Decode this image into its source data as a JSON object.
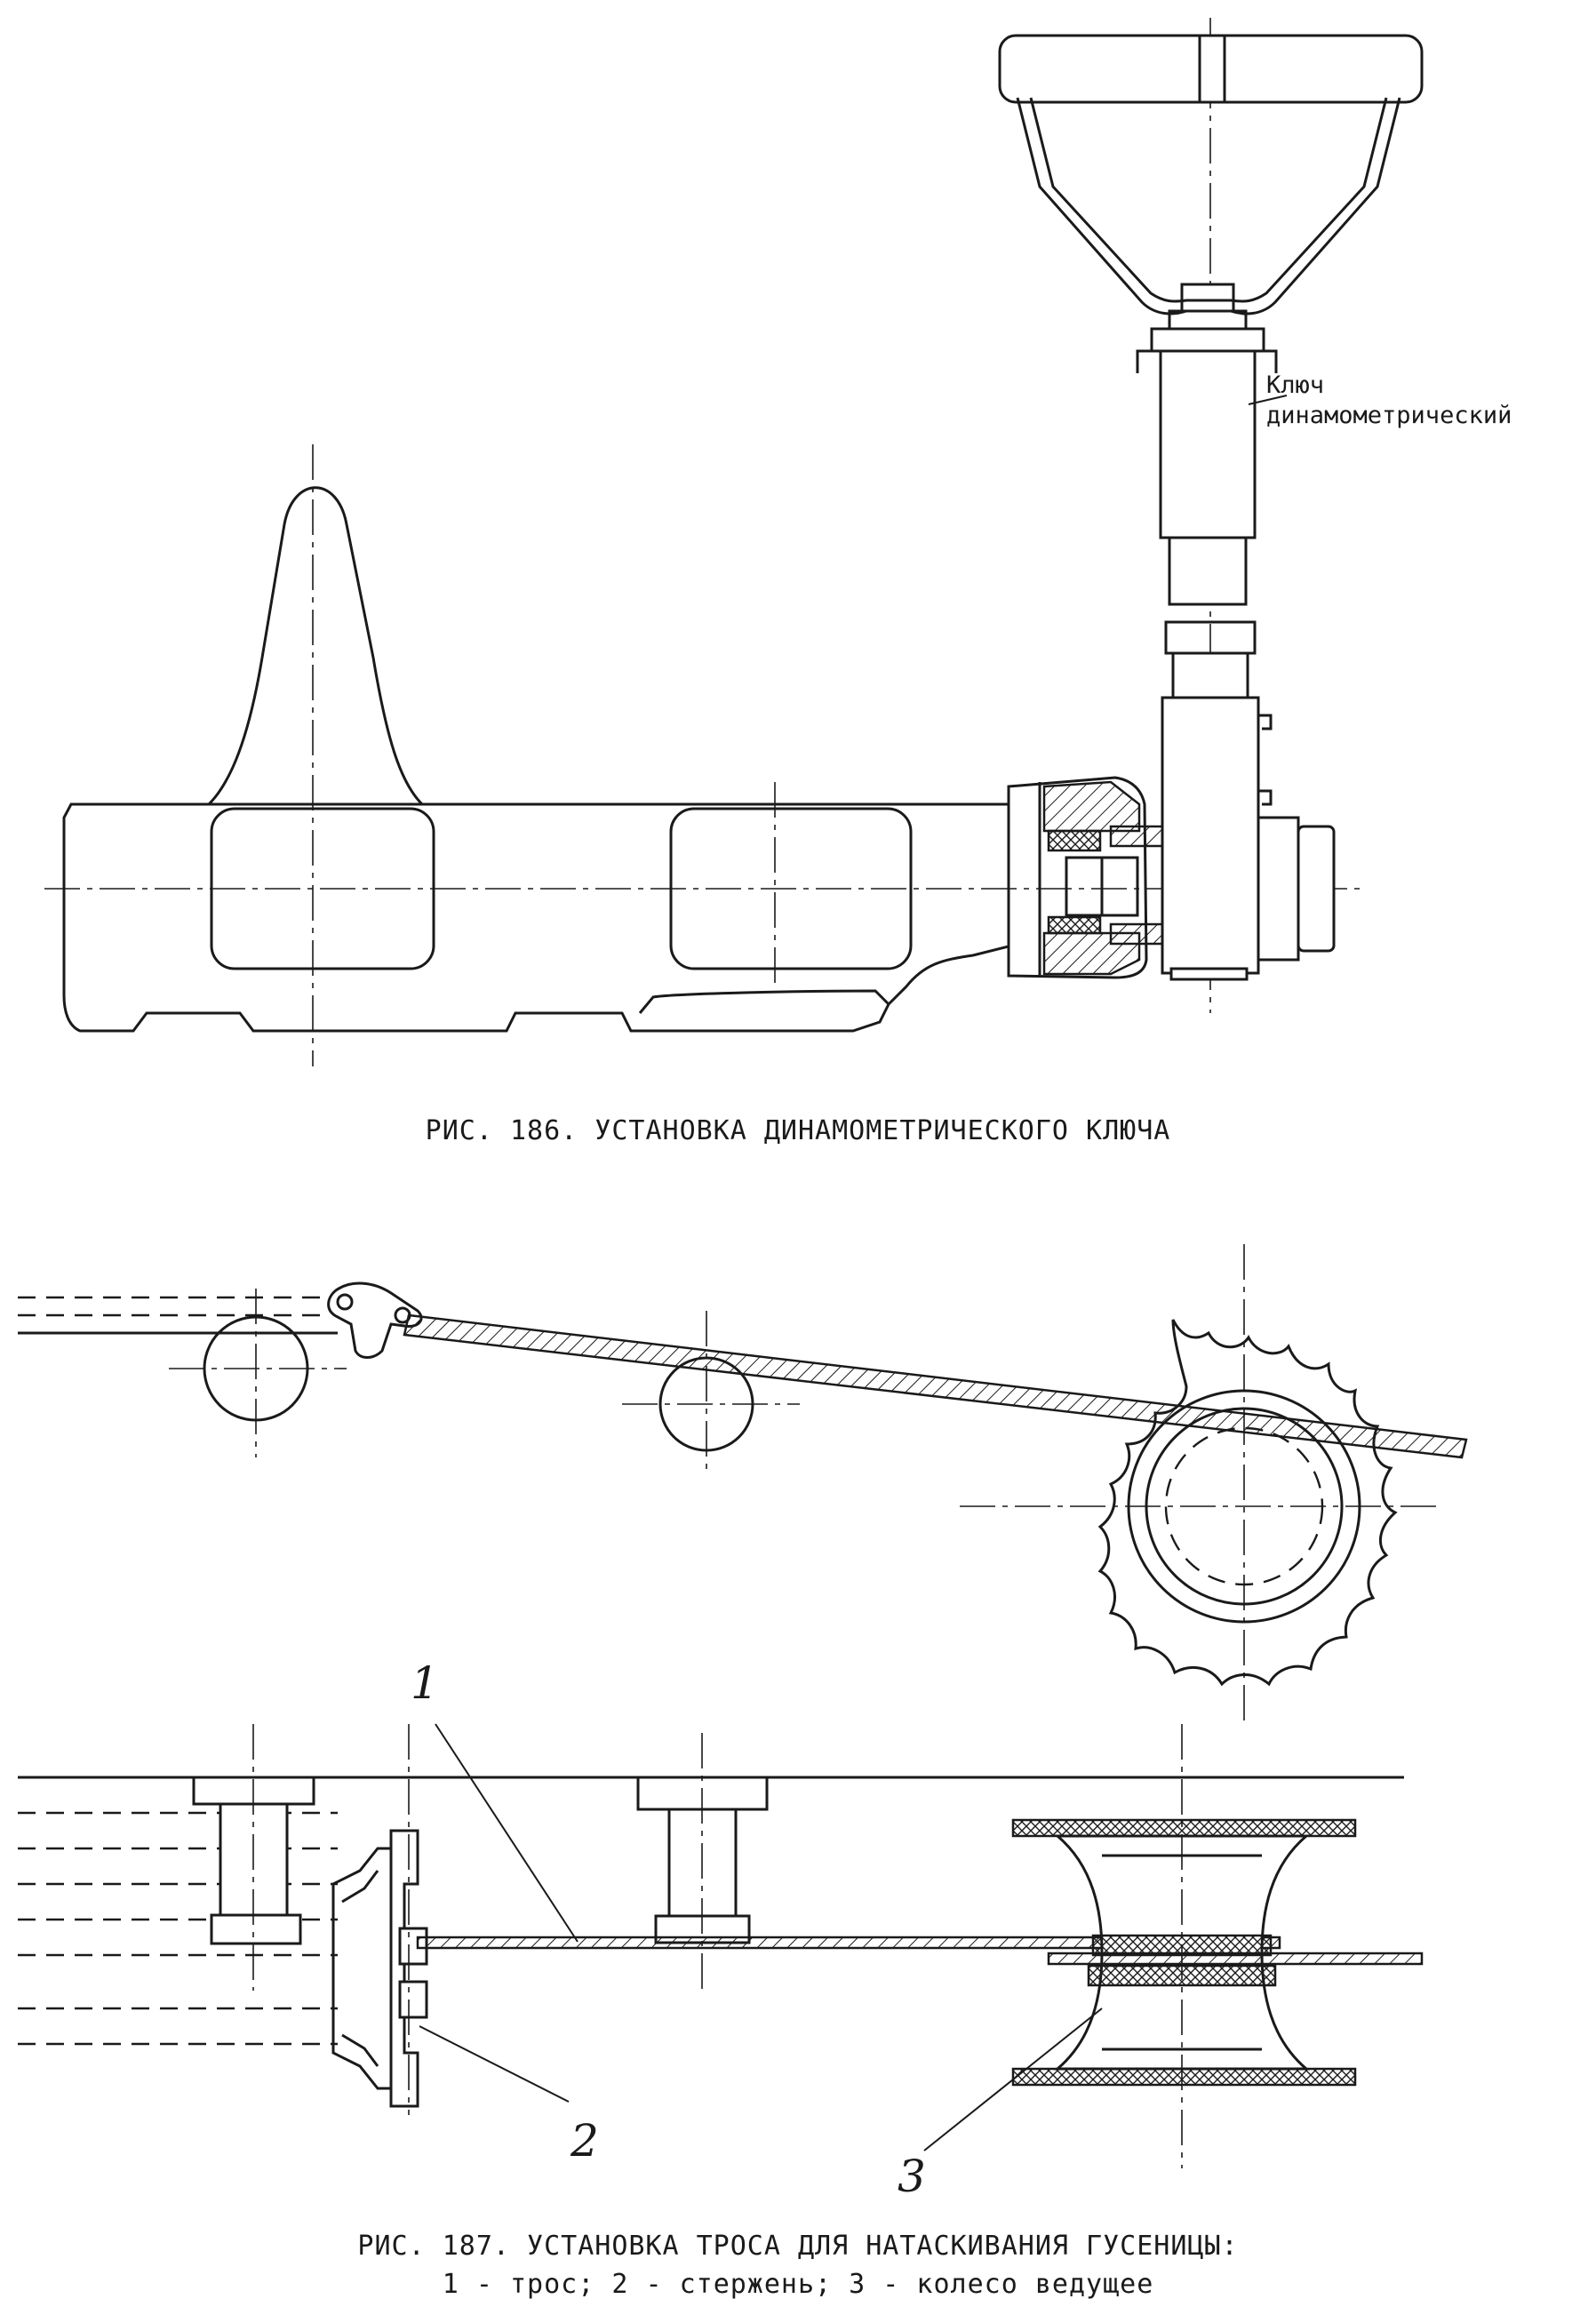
{
  "fig186": {
    "label_wrench_line1": "Ключ",
    "label_wrench_line2": "динамометрический",
    "caption": "РИС. 186. УСТАНОВКА ДИНАМОМЕТРИЧЕСКОГО КЛЮЧА"
  },
  "fig187": {
    "callout_1": "1",
    "callout_2": "2",
    "callout_3": "3",
    "caption_line1": "РИС. 187. УСТАНОВКА ТРОСА ДЛЯ НАТАСКИВАНИЯ ГУСЕНИЦЫ:",
    "caption_line2": "1 - трос; 2 - стержень; 3 - колесо ведущее"
  }
}
